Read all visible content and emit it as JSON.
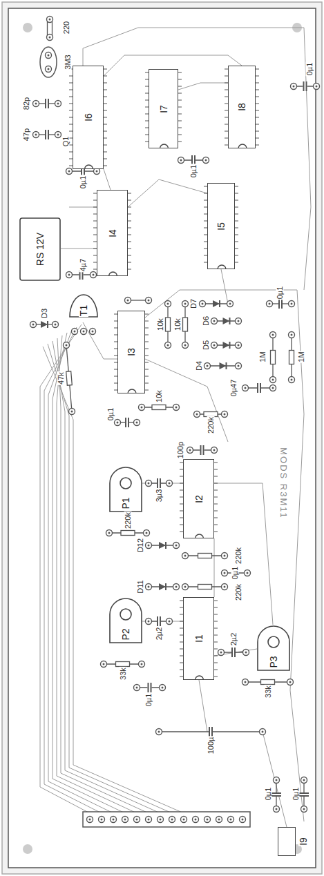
{
  "diagram": {
    "nodes": [
      {
        "text": [
          "I6"
        ]
      },
      {
        "text": [
          "I7"
        ]
      },
      {
        "text": [
          "I8"
        ]
      },
      {
        "text": [
          "I4"
        ]
      },
      {
        "text": [
          "I5"
        ]
      },
      {
        "text": [
          "RS 12V"
        ]
      },
      {
        "text": [
          "T1"
        ]
      },
      {
        "text": [
          "I3"
        ]
      },
      {
        "text": [
          "P1"
        ]
      },
      {
        "text": [
          "I2"
        ]
      },
      {
        "text": [
          "P2"
        ]
      },
      {
        "text": [
          "I1"
        ]
      },
      {
        "text": [
          "P3"
        ]
      },
      {
        "text": [
          "I9"
        ]
      }
    ],
    "labels": [
      "220",
      "3M3",
      "82p",
      "47p",
      "Q1",
      "0µ1",
      "0µ1",
      "0µ1",
      "4µ7",
      "D3",
      "47k",
      "10k",
      "10k",
      "10k",
      "0µ1",
      "D7",
      "D6",
      "D5",
      "D4",
      "0µ1",
      "1M",
      "1M",
      "0µ47",
      "220k",
      "100p",
      "3µ3",
      "220k",
      "D12",
      "D11",
      "220k",
      "0µ1",
      "220k",
      "2µ2",
      "33k",
      "2µ2",
      "33k",
      "0µ1",
      "100µ",
      "0µ1",
      "0µ1",
      "MODS R3M11"
    ]
  }
}
